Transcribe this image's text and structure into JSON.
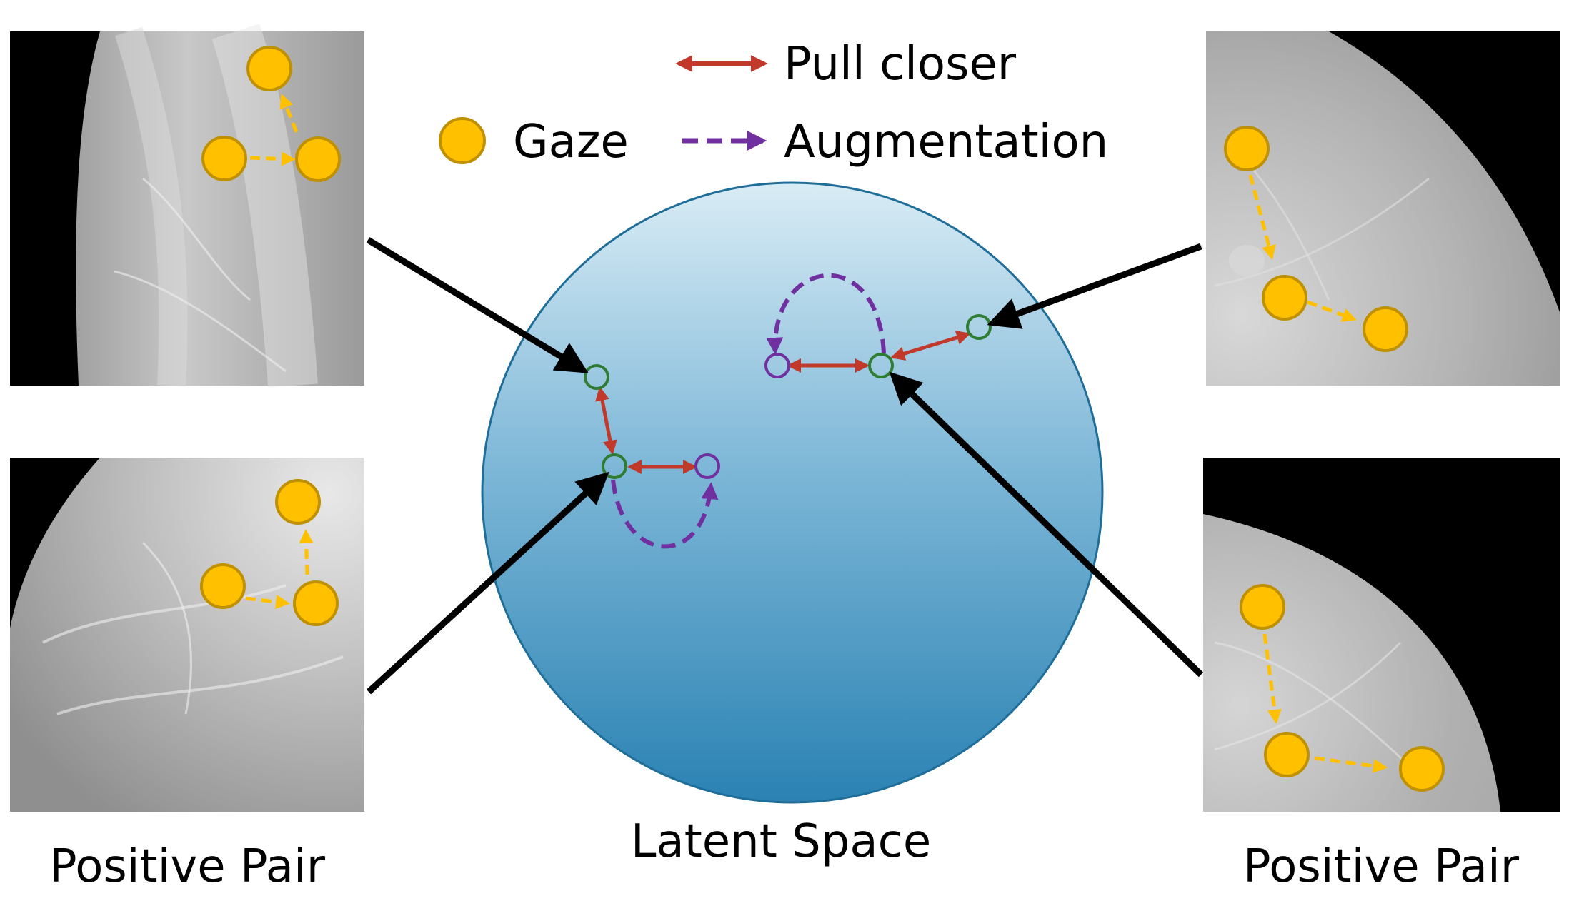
{
  "legend": {
    "gaze_label": "Gaze",
    "pull_label": "Pull closer",
    "aug_label": "Augmentation"
  },
  "labels": {
    "left_pair": "Positive Pair",
    "right_pair": "Positive Pair",
    "sphere": "Latent Space"
  },
  "colors": {
    "gaze_fill": "#FFC000",
    "gaze_stroke": "#BF9000",
    "pull": "#C0392B",
    "augmentation": "#7030A0",
    "embedding_stroke": "#2E7D32",
    "sphere_top": "#D6E9F3",
    "sphere_bottom": "#2F86B5",
    "sphere_edge": "#1F6E99",
    "pointer": "#000000",
    "gaze_arrow": "#FFC000"
  }
}
